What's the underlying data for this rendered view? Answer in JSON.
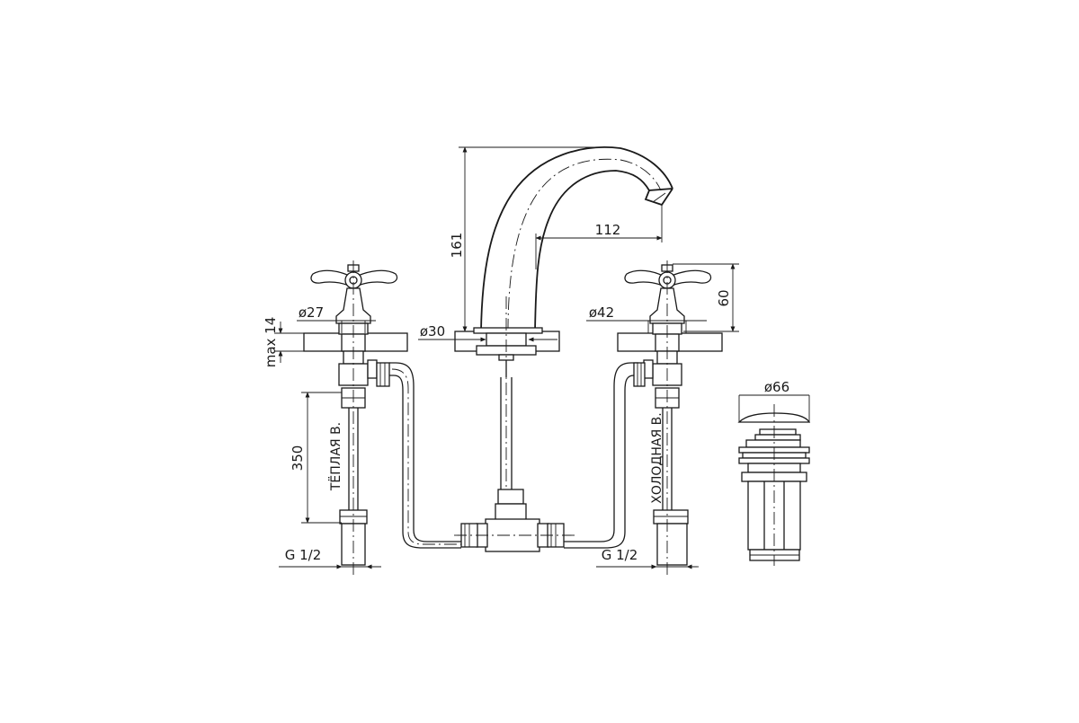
{
  "drawing": {
    "dimensions": {
      "spout_height": "161",
      "spout_reach": "112",
      "handle_height": "60",
      "left_hole": "ø27",
      "center_hole": "ø30",
      "right_hole": "ø42",
      "deck_thickness": "max 14",
      "hose_length": "350",
      "drain_diameter": "ø66",
      "left_connection": "G 1/2",
      "right_connection": "G 1/2"
    },
    "labels": {
      "warm_water": "ТЁПЛАЯ В.",
      "cold_water": "ХОЛОДНАЯ В."
    }
  }
}
